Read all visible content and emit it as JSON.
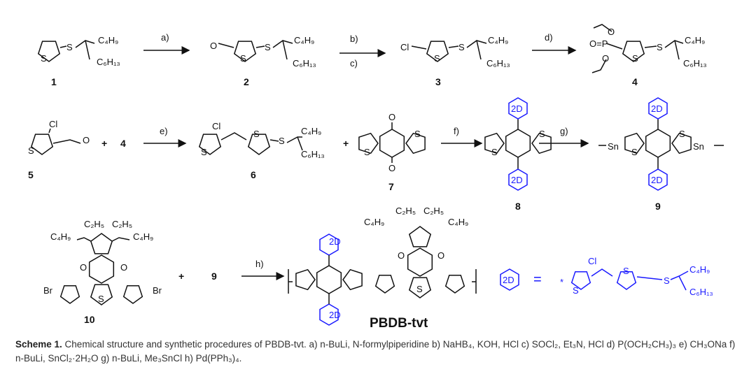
{
  "compounds": {
    "c1": {
      "label": "1",
      "S": "S",
      "S2": "S",
      "R1": "C₄H₉",
      "R2": "C₆H₁₃"
    },
    "c2": {
      "label": "2",
      "O": "O",
      "S": "S",
      "S2": "S",
      "R1": "C₄H₉",
      "R2": "C₆H₁₃"
    },
    "c3": {
      "label": "3",
      "Cl": "Cl",
      "S": "S",
      "S2": "S",
      "R1": "C₄H₉",
      "R2": "C₆H₁₃"
    },
    "c4": {
      "label": "4",
      "P": "O=P",
      "O1": "O",
      "O2": "O",
      "S": "S",
      "S2": "S",
      "R1": "C₄H₉",
      "R2": "C₆H₁₃"
    },
    "c5": {
      "label": "5",
      "Cl": "Cl",
      "S": "S",
      "O": "O"
    },
    "c6": {
      "label": "6",
      "Cl": "Cl",
      "S": "S",
      "S2": "S",
      "S3": "S",
      "R1": "C₄H₉",
      "R2": "C₆H₁₃"
    },
    "c7": {
      "label": "7",
      "O": "O",
      "S": "S"
    },
    "c8": {
      "label": "8",
      "tag": "2D",
      "S": "S"
    },
    "c9": {
      "label": "9",
      "tag": "2D",
      "Sn": "Sn",
      "S": "S"
    },
    "c10": {
      "label": "10",
      "R1": "C₄H₉",
      "R2": "C₂H₅",
      "Br": "Br",
      "O": "O",
      "S": "S"
    },
    "polymer": {
      "label": "PBDB-tvt",
      "tag": "2D",
      "R1": "C₄H₉",
      "R2": "C₂H₅",
      "O": "O",
      "S": "S"
    }
  },
  "plus": "+",
  "ref4": "4",
  "ref9": "9",
  "steps": {
    "a": "a)",
    "b": "b)",
    "c": "c)",
    "d": "d)",
    "e": "e)",
    "f": "f)",
    "g": "g)",
    "h": "h)"
  },
  "legend": {
    "tag": "2D",
    "equals": "=",
    "star": "*",
    "Cl": "Cl",
    "S": "S",
    "R1": "C₄H₉",
    "R2": "C₆H₁₃"
  },
  "colors": {
    "accent": "#1a1aff"
  },
  "caption": {
    "title": "Scheme 1.",
    "text": " Chemical structure and synthetic procedures of PBDB-tvt. a) n-BuLi, N-formylpiperidine b) NaHB₄, KOH, HCl c) SOCl₂, Et₃N, HCl d) P(OCH₂CH₃)₃ e) CH₃ONa f) n-BuLi, SnCl₂·2H₂O g) n-BuLi, Me₃SnCl h) Pd(PPh₃)₄."
  }
}
